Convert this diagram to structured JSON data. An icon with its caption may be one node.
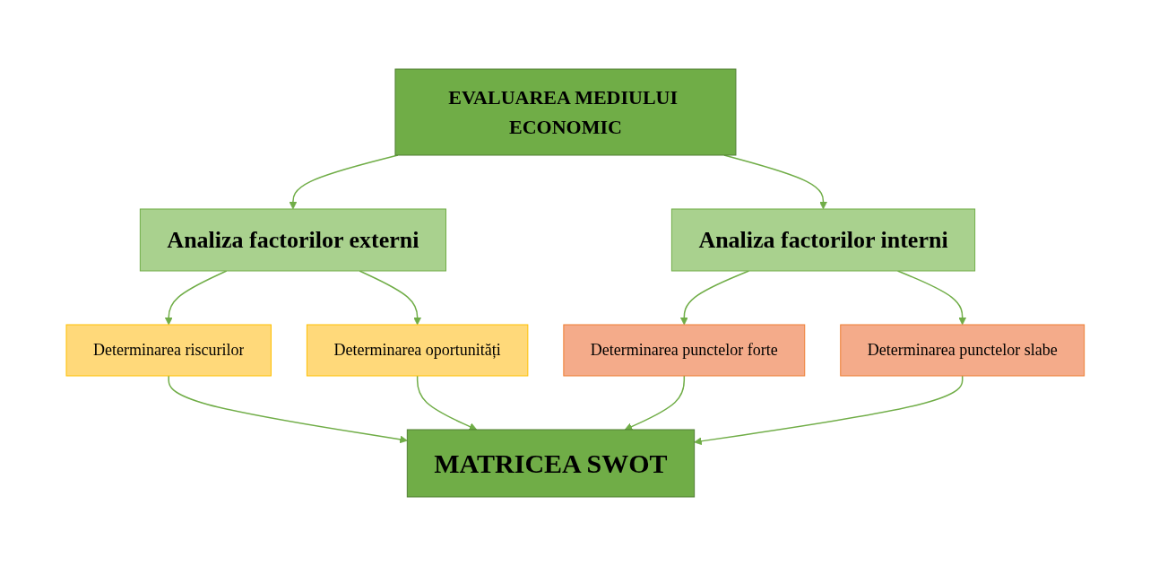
{
  "diagram": {
    "nodes": [
      {
        "text": [
          "EVALUAREA MEDIULUI ECONOMIC"
        ]
      },
      {
        "text": [
          "Analiza factorilor externi"
        ]
      },
      {
        "text": [
          "Analiza factorilor interni"
        ]
      },
      {
        "text": [
          "Determinarea riscurilor"
        ]
      },
      {
        "text": [
          "Determinarea oportunități"
        ]
      },
      {
        "text": [
          "Determinarea punctelor forte"
        ]
      },
      {
        "text": [
          "Determinarea punctelor slabe"
        ]
      },
      {
        "text": [
          "MATRICEA SWOT"
        ]
      }
    ],
    "edges": [
      {
        "from": 0,
        "to": 1,
        "arrow": "to"
      },
      {
        "from": 0,
        "to": 2,
        "arrow": "to"
      },
      {
        "from": 1,
        "to": 3,
        "arrow": "to"
      },
      {
        "from": 1,
        "to": 4,
        "arrow": "to"
      },
      {
        "from": 2,
        "to": 5,
        "arrow": "to"
      },
      {
        "from": 2,
        "to": 6,
        "arrow": "to"
      },
      {
        "from": 3,
        "to": 7,
        "arrow": "to"
      },
      {
        "from": 4,
        "to": 7,
        "arrow": "to"
      },
      {
        "from": 5,
        "to": 7,
        "arrow": "to"
      },
      {
        "from": 6,
        "to": 7,
        "arrow": "to"
      }
    ]
  }
}
